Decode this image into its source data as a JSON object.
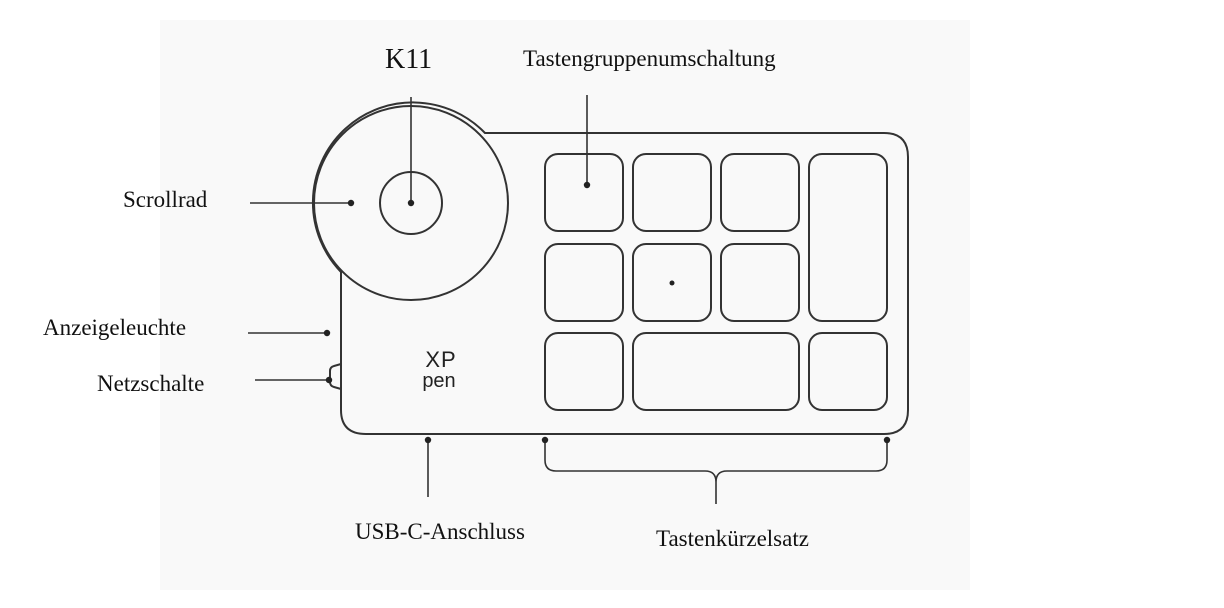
{
  "device_name": "K11",
  "brand_logo": {
    "line1": "XP",
    "line2": "pen"
  },
  "labels": {
    "key_group_switch": "Tastengruppenumschaltung",
    "scroll_wheel": "Scrollrad",
    "indicator_light": "Anzeigeleuchte",
    "power_switch": "Netzschalte",
    "usb_port": "USB-C-Anschluss",
    "shortcut_keys": "Tastenkürzelsatz"
  },
  "colors": {
    "outline": "#333333",
    "text": "#111111",
    "background": "#f9f9f9"
  }
}
